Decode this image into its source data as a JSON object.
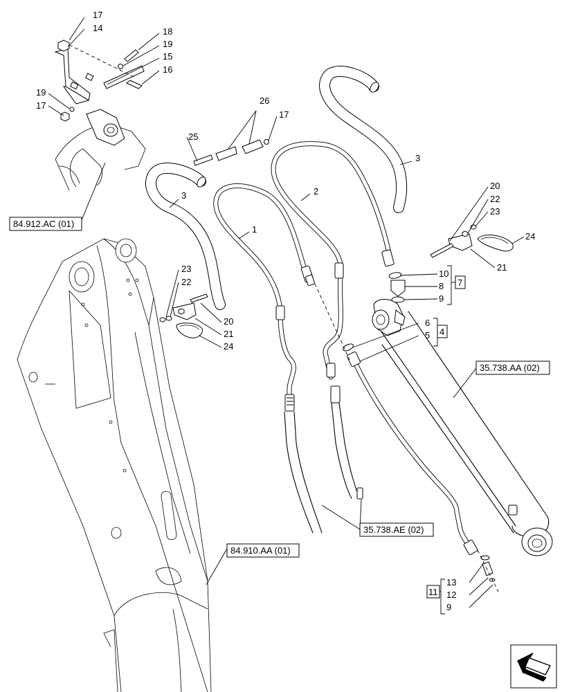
{
  "callouts": {
    "c17a": "17",
    "c14": "14",
    "c18": "18",
    "c19a": "19",
    "c15": "15",
    "c16": "16",
    "c19b": "19",
    "c17b": "17",
    "c26": "26",
    "c17c": "17",
    "c25": "25",
    "c3a": "3",
    "c3b": "3",
    "c2": "2",
    "c1": "1",
    "c20a": "20",
    "c22a": "22",
    "c23a": "23",
    "c24a": "24",
    "c21a": "21",
    "c10": "10",
    "c8": "8",
    "c9a": "9",
    "c7": "7",
    "c6": "6",
    "c5": "5",
    "c4": "4",
    "c23b": "23",
    "c22b": "22",
    "c20b": "20",
    "c21b": "21",
    "c24b": "24",
    "c13": "13",
    "c12": "12",
    "c9b": "9",
    "c11": "11"
  },
  "references": {
    "r1": "84.912.AC (01)",
    "r2": "35.738.AA (02)",
    "r3": "35.738.AE (02)",
    "r4": "84.910.AA (01)"
  },
  "icons": {
    "navigation": "next-page-arrow-icon"
  }
}
